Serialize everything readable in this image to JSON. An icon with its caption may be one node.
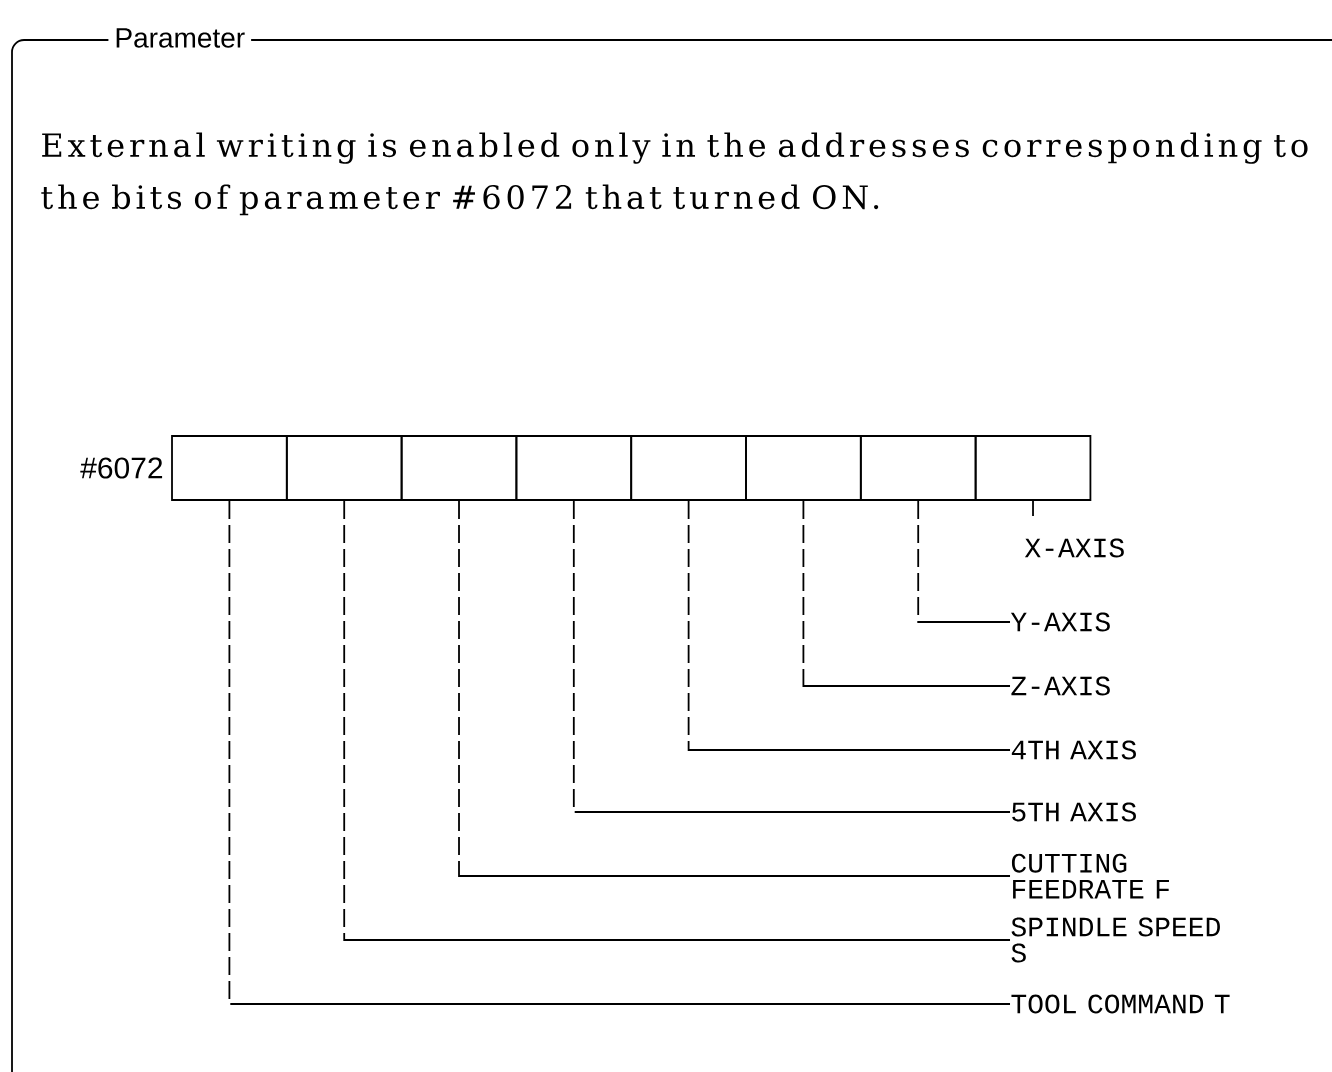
{
  "diagram": {
    "nodes": [
      {
        "text": [
          "Parameter",
          "External writing is enabled only in the addresses corresponding to the bits of parameter #6072 that turned ON."
        ]
      },
      {
        "text": [],
        "shape": "box",
        "in": 0
      },
      {
        "text": [],
        "shape": "box",
        "in": 0
      },
      {
        "text": [],
        "shape": "box",
        "in": 0
      },
      {
        "text": [],
        "shape": "box",
        "in": 0
      },
      {
        "text": [],
        "shape": "box",
        "in": 0
      },
      {
        "text": [],
        "shape": "box",
        "in": 0
      },
      {
        "text": [],
        "shape": "box",
        "in": 0
      },
      {
        "text": [],
        "shape": "box",
        "in": 0
      },
      {
        "text": [
          "Y-AXIS"
        ],
        "in": 0
      },
      {
        "text": [
          "Z-AXIS"
        ],
        "in": 0
      },
      {
        "text": [
          "4TH AXIS"
        ],
        "in": 0
      },
      {
        "text": [
          "5TH AXIS"
        ],
        "in": 0
      },
      {
        "text": [
          "CUTTING FEEDRATE F"
        ],
        "in": 0
      },
      {
        "text": [
          "SPINDLE SPEED S"
        ],
        "in": 0
      },
      {
        "text": [
          "TOOL COMMAND T"
        ],
        "in": 0
      }
    ],
    "edges": [
      {
        "from": 9,
        "to": 7,
        "arrow": "none"
      },
      {
        "from": 10,
        "to": 6,
        "arrow": "none"
      },
      {
        "from": 11,
        "to": 5,
        "arrow": "none"
      },
      {
        "from": 12,
        "to": 4,
        "arrow": "none"
      },
      {
        "from": 13,
        "to": 3,
        "arrow": "none"
      },
      {
        "from": 14,
        "to": 2,
        "arrow": "none"
      },
      {
        "from": 15,
        "to": 1,
        "arrow": "none"
      }
    ],
    "labels": [
      "#6072",
      "X-AXIS"
    ]
  }
}
